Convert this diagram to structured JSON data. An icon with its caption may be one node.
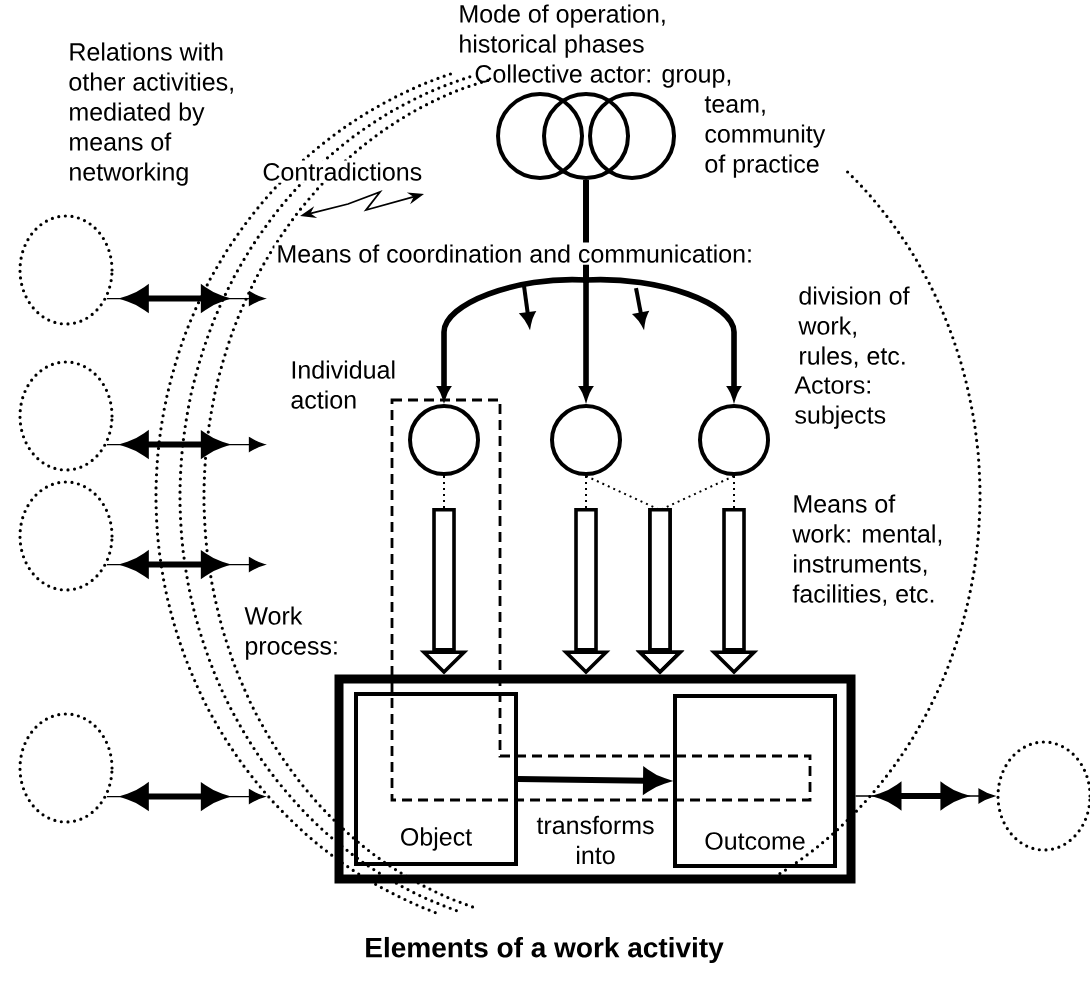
{
  "diagram": {
    "title": "Elements of a work activity",
    "nodes": [
      {
        "text": [],
        "shape": "circle"
      },
      {
        "text": [],
        "shape": "circle"
      },
      {
        "text": [],
        "shape": "circle"
      },
      {
        "text": [
          "Individual action"
        ]
      },
      {
        "text": [],
        "shape": "circle",
        "in": 3
      },
      {
        "text": [],
        "shape": "circle"
      },
      {
        "text": [],
        "shape": "circle"
      },
      {
        "text": [
          "Work process:"
        ]
      },
      {
        "text": [
          "Object"
        ],
        "in": 7
      },
      {
        "text": [
          "Outcome"
        ],
        "in": 7
      },
      {
        "text": [],
        "shape": "circle"
      },
      {
        "text": [],
        "shape": "circle"
      },
      {
        "text": [],
        "shape": "circle"
      },
      {
        "text": [],
        "shape": "circle"
      },
      {
        "text": [],
        "shape": "circle"
      }
    ],
    "edges": [
      {
        "from": 1,
        "to": 4,
        "arrow": "to",
        "style": "thick"
      },
      {
        "from": 1,
        "to": 5,
        "arrow": "to",
        "style": "thick"
      },
      {
        "from": 1,
        "to": 6,
        "arrow": "to",
        "style": "thick"
      },
      {
        "from": 4,
        "to": 7,
        "arrow": "to",
        "style": "dashed"
      },
      {
        "from": 5,
        "to": 7,
        "arrow": "to",
        "style": "dashed"
      },
      {
        "from": 6,
        "to": 7,
        "arrow": "to",
        "style": "dashed"
      },
      {
        "from": 8,
        "to": 9,
        "arrow": "to",
        "label": "transforms into",
        "style": "thick"
      },
      {
        "from": 10,
        "to": null,
        "arrow": "to"
      },
      {
        "from": 10,
        "to": null,
        "arrow": "both",
        "style": "thick"
      },
      {
        "from": 11,
        "to": null,
        "arrow": "to"
      },
      {
        "from": 11,
        "to": null,
        "arrow": "both",
        "style": "thick"
      },
      {
        "from": 12,
        "to": null,
        "arrow": "to"
      },
      {
        "from": 12,
        "to": null,
        "arrow": "both",
        "style": "thick"
      },
      {
        "from": 13,
        "to": null,
        "arrow": "to"
      },
      {
        "from": 13,
        "to": null,
        "arrow": "both",
        "style": "thick"
      },
      {
        "from": 7,
        "to": 14,
        "arrow": "to"
      },
      {
        "from": 7,
        "to": 14,
        "arrow": "both",
        "style": "thick"
      },
      {
        "from": 5,
        "to": 7,
        "arrow": "to",
        "style": "dashed"
      },
      {
        "from": 6,
        "to": 7,
        "arrow": "to",
        "style": "dashed"
      }
    ],
    "labels": [
      "Relations with other activities, mediated by means of networking",
      "Mode of operation, historical phases",
      "Collective actor: group, team, community of practice",
      "Contradictions",
      "Means of coordination and communication:",
      "division of work, rules, etc.",
      "Actors: subjects",
      "Means of work: mental, instruments, facilities, etc."
    ]
  }
}
